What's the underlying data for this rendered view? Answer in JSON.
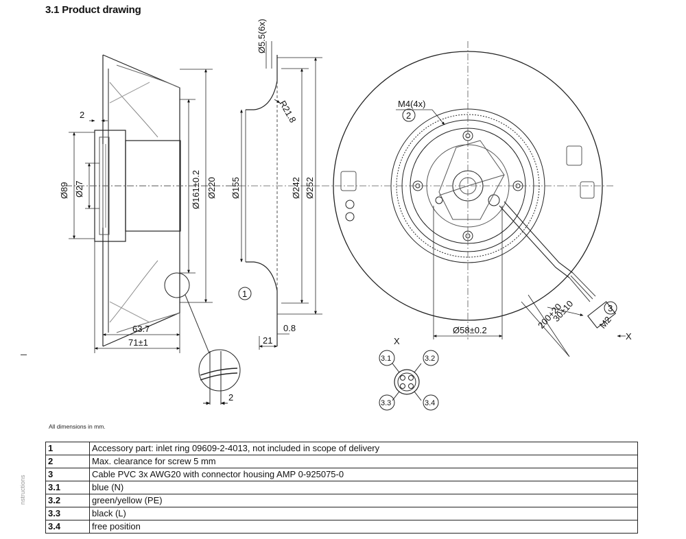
{
  "header": {
    "title": "3.1 Product drawing"
  },
  "drawing": {
    "labels": {
      "dia_89": "Ø89",
      "dia_27": "Ø27",
      "dia_161": "Ø161±0.2",
      "dia_220": "Ø220",
      "dia_155": "Ø155",
      "dia_242": "Ø242",
      "dia_252": "Ø252",
      "dim_2_top": "2",
      "dim_63_7": "63.7",
      "dim_71": "71±1",
      "dim_21": "21",
      "dim_0_8": "0.8",
      "dim_2_detail": "2",
      "hole_5_5": "Ø5.5(6x)",
      "radius_21_8": "R21.8",
      "thread_m4": "M4(4x)",
      "dia_58": "Ø58±0.2",
      "len_30": "30±10",
      "len_200": "200+20",
      "thread_m2": "M2",
      "view_x_left": "X",
      "view_x_right": "X",
      "callout_1": "1",
      "callout_2": "2",
      "callout_3": "3",
      "pin_3_1": "3.1",
      "pin_3_2": "3.2",
      "pin_3_3": "3.3",
      "pin_3_4": "3.4"
    }
  },
  "footer": {
    "note": "All dimensions in mm.",
    "side_text": "nstructions"
  },
  "legend": {
    "rows": [
      {
        "num": "1",
        "desc": "Accessory part: inlet ring 09609-2-4013, not included in scope of delivery"
      },
      {
        "num": "2",
        "desc": "Max. clearance for screw 5 mm"
      },
      {
        "num": "3",
        "desc": "Cable PVC 3x AWG20 with connector housing AMP 0-925075-0"
      },
      {
        "num": "3.1",
        "desc": "blue (N)"
      },
      {
        "num": "3.2",
        "desc": "green/yellow (PE)"
      },
      {
        "num": "3.3",
        "desc": "black (L)"
      },
      {
        "num": "3.4",
        "desc": "free position"
      }
    ]
  }
}
